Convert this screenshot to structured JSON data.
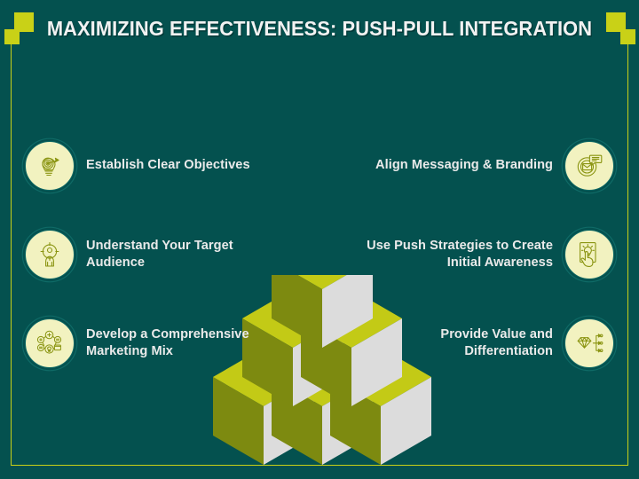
{
  "slide": {
    "title": "MAXIMIZING EFFECTIVENESS: PUSH-PULL INTEGRATION",
    "background_color": "#04514f",
    "accent_color": "#c9d117",
    "title_color": "#f2f2f2",
    "body_text_color": "#eaeaea",
    "icon_circle_fill": "#f2f2c0",
    "icon_stroke_color": "#8a9411"
  },
  "left_column": [
    {
      "label": "Establish Clear Objectives",
      "icon": "lightbulb-target-icon"
    },
    {
      "label": "Understand Your Target Audience",
      "icon": "person-crosshair-icon"
    },
    {
      "label": "Develop a Comprehensive Marketing Mix",
      "icon": "marketing-mix-network-icon"
    }
  ],
  "right_column": [
    {
      "label": "Align Messaging & Branding",
      "icon": "envelope-speech-bubble-icon"
    },
    {
      "label": "Use Push Strategies to Create Initial Awareness",
      "icon": "hand-lightbulb-card-icon"
    },
    {
      "label": "Provide Value and Differentiation",
      "icon": "diamond-branching-arrows-icon"
    }
  ],
  "graphic": {
    "name": "isometric-cube-pyramid",
    "rows": [
      1,
      2,
      3
    ],
    "cube_top_color": "#c3ca16",
    "cube_left_color": "#7d8a10",
    "cube_right_color": "#dcdcdc"
  },
  "decorations": {
    "corner_squares": 4,
    "square_color": "#c9d117"
  }
}
